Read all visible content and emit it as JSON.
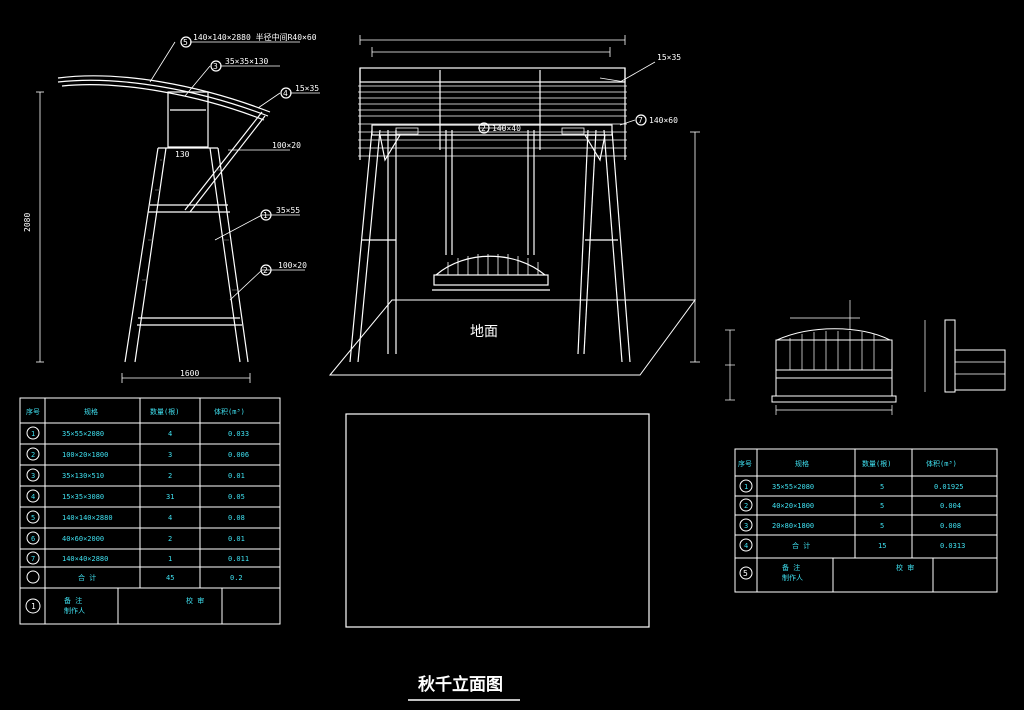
{
  "drawing_title": "秋千立面图",
  "ground_label": "地面",
  "side_view": {
    "callouts": [
      {
        "no": "5",
        "text": "140×140×2880 半径中间R40×60"
      },
      {
        "no": "3",
        "text": "35×35×130"
      },
      {
        "no": "4",
        "text": "15×35"
      },
      {
        "no": "",
        "text": "100×20"
      },
      {
        "no": "1",
        "text": "35×55"
      },
      {
        "no": "2",
        "text": "100×20"
      }
    ],
    "small_labels": [
      "130"
    ]
  },
  "front_view": {
    "callouts": [
      {
        "no": "",
        "text": "15×35"
      },
      {
        "no": "2",
        "text": "140×40"
      },
      {
        "no": "7",
        "text": "140×60"
      }
    ]
  },
  "left_table": {
    "headers": [
      "序号",
      "规格",
      "数量(根)",
      "体积(m³)"
    ],
    "rows": [
      {
        "no": "1",
        "spec": "35×55×2080",
        "qty": "4",
        "vol": "0.033"
      },
      {
        "no": "2",
        "spec": "100×20×1800",
        "qty": "3",
        "vol": "0.006"
      },
      {
        "no": "3",
        "spec": "35×130×510",
        "qty": "2",
        "vol": "0.01"
      },
      {
        "no": "4",
        "spec": "15×35×3080",
        "qty": "31",
        "vol": "0.05"
      },
      {
        "no": "5",
        "spec": "140×140×2880",
        "qty": "4",
        "vol": "0.08"
      },
      {
        "no": "6",
        "spec": "40×60×2000",
        "qty": "2",
        "vol": "0.01"
      },
      {
        "no": "7",
        "spec": "140×40×2880",
        "qty": "1",
        "vol": "0.011"
      },
      {
        "no": "",
        "spec": "合 计",
        "qty": "45",
        "vol": "0.2"
      }
    ],
    "footer": {
      "no": "1",
      "left": "备 注\n制作人",
      "mid": "校 审"
    }
  },
  "right_table": {
    "headers": [
      "序号",
      "规格",
      "数量(根)",
      "体积(m³)"
    ],
    "rows": [
      {
        "no": "1",
        "spec": "35×55×2080",
        "qty": "5",
        "vol": "0.01925"
      },
      {
        "no": "2",
        "spec": "40×20×1800",
        "qty": "5",
        "vol": "0.004"
      },
      {
        "no": "3",
        "spec": "20×80×1800",
        "qty": "5",
        "vol": "0.008"
      },
      {
        "no": "4",
        "spec": "合 计",
        "qty": "15",
        "vol": "0.0313"
      }
    ],
    "footer": {
      "no": "5",
      "left": "备 注\n制作人",
      "mid": "校 审"
    }
  }
}
